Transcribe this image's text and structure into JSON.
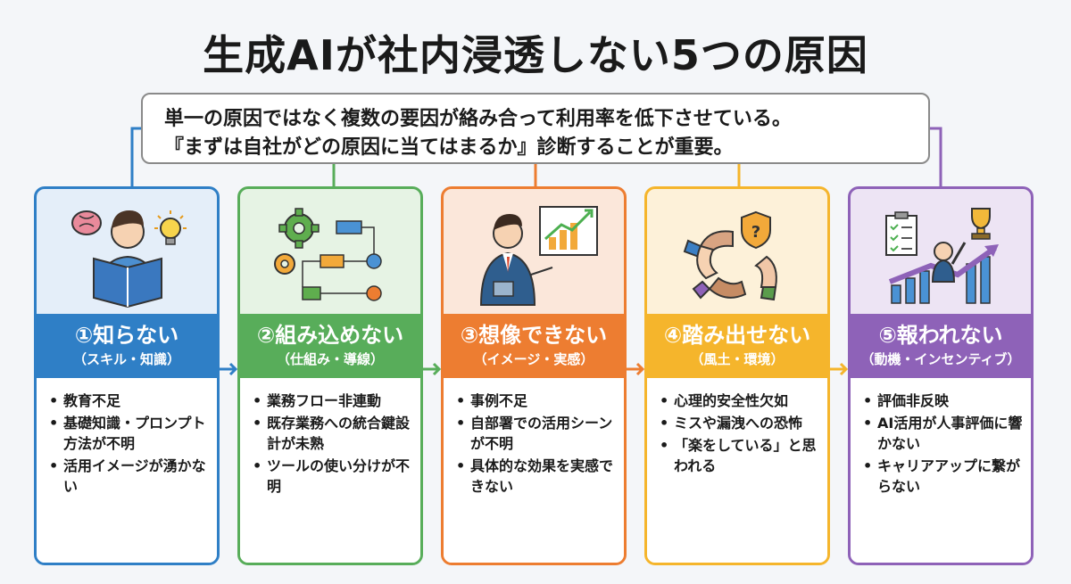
{
  "title": "生成AIが社内浸透しない5つの原因",
  "summary": {
    "line1": "単一の原因ではなく複数の要因が絡み合って利用率を低下させている。",
    "line2": "『まずは自社がどの原因に当てはまるか』診断することが重要。"
  },
  "colors": {
    "blue": "#2f7fc6",
    "green": "#58ad5a",
    "orange": "#ed7d31",
    "yellow": "#f5b52c",
    "purple": "#8e62b8"
  },
  "cards": [
    {
      "title": "①知らない",
      "subtitle": "（スキル・知識）",
      "icon": "student-reading-brain-lightbulb-icon",
      "items": [
        "教育不足",
        "基礎知識・プロンプト方法が不明",
        "活用イメージが湧かない"
      ]
    },
    {
      "title": "②組み込めない",
      "subtitle": "（仕組み・導線）",
      "icon": "gears-flowchart-icon",
      "items": [
        "業務フロー非連動",
        "既存業務への統合鍵設計が未熟",
        "ツールの使い分けが不明"
      ]
    },
    {
      "title": "③想像できない",
      "subtitle": "（イメージ・実感）",
      "icon": "presenter-growth-chart-icon",
      "items": [
        "事例不足",
        "自部署での活用シーンが不明",
        "具体的な効果を実感できない"
      ]
    },
    {
      "title": "④踏み出せない",
      "subtitle": "（風土・環境）",
      "icon": "joined-hands-shield-icon",
      "items": [
        "心理的安全性欠如",
        "ミスや漏洩への恐怖",
        "「楽をしている」と思われる"
      ]
    },
    {
      "title": "⑤報われない",
      "subtitle": "（動機・インセンティブ）",
      "icon": "trophy-growth-checklist-icon",
      "items": [
        "評価非反映",
        "AI活用が人事評価に響かない",
        "キャリアアップに繋がらない"
      ]
    }
  ]
}
